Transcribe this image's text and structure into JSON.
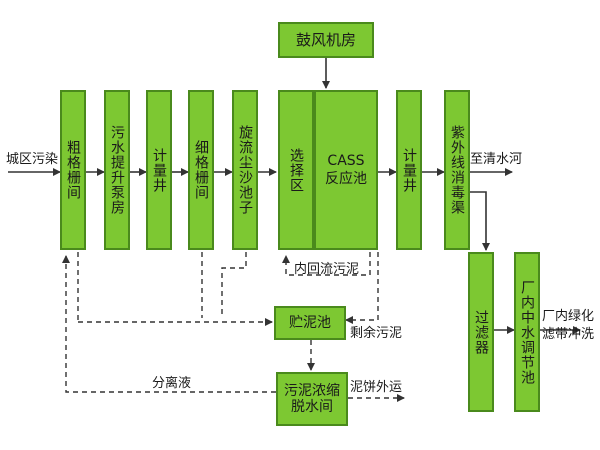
{
  "nodes": {
    "blower_room": "鼓风机房",
    "coarse_screen": "粗格栅间",
    "lift_pump": "污水提升泵房",
    "meter_well_1": "计量井",
    "fine_screen": "细格栅间",
    "grit_tank": "旋流尘沙池子",
    "selector_zone": "选择区",
    "cass_name": "CASS",
    "cass_sub": "反应池",
    "meter_well_2": "计量井",
    "uv_disinfection": "紫外线消毒渠",
    "filter": "过滤器",
    "reuse_tank": "厂内中水调节池",
    "sludge_tank": "贮泥池",
    "dewatering": "污泥浓缩脱水间"
  },
  "labels": {
    "inlet": "城区污染",
    "outlet_river": "至清水河",
    "internal_return": "内回流污泥",
    "excess_sludge": "剩余污泥",
    "filtrate": "分离液",
    "cake_out": "泥饼外运",
    "reuse": "厂内绿化滤带冲洗"
  },
  "colors": {
    "box_fill": "#7dc832",
    "box_border": "#4a8a1c",
    "line": "#333333"
  }
}
